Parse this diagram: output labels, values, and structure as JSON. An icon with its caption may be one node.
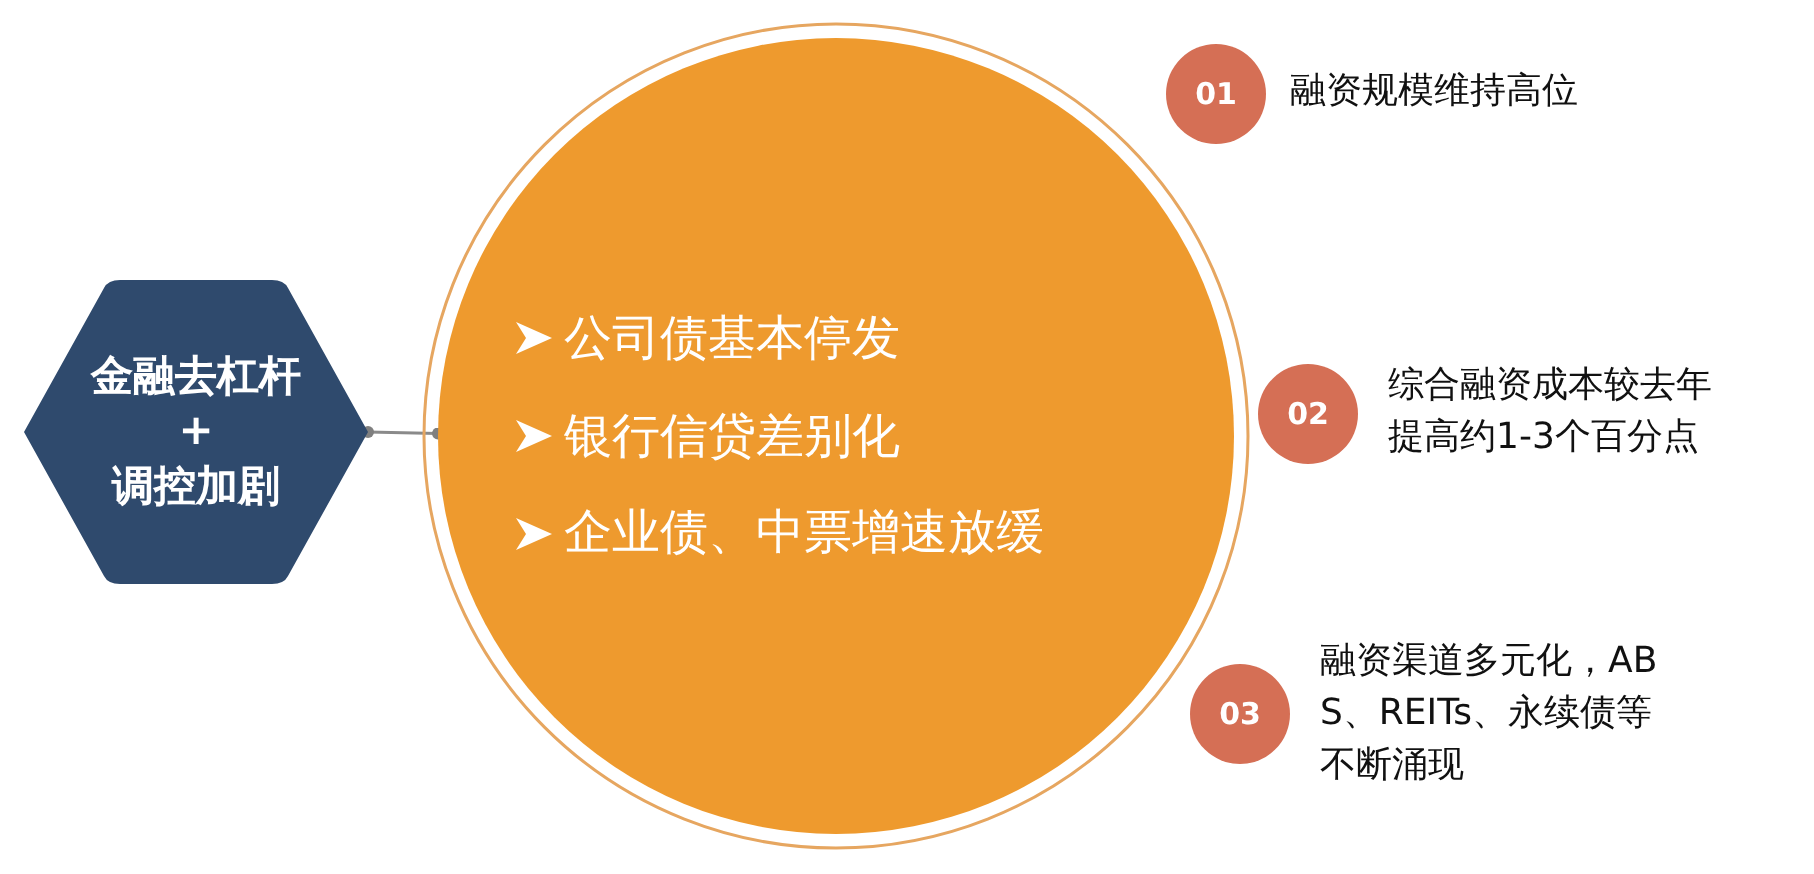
{
  "diagram": {
    "nodes": [
      {
        "text": [
          "金融去杠杆",
          "+",
          "调控加剧"
        ]
      },
      {
        "text": [
          "公司债基本停发",
          "银行信贷差别化",
          "企业债、中票增速放缓"
        ]
      },
      {
        "text": [
          "01"
        ],
        "beside": [
          "融资规模维持高位"
        ]
      },
      {
        "text": [
          "02"
        ],
        "beside": [
          "综合融资成本较去年提高约1-3个百分点"
        ]
      },
      {
        "text": [
          "03"
        ],
        "beside": [
          "融资渠道多元化，ABS、REITs、永续债等不断涌现"
        ]
      }
    ],
    "edges": [
      {
        "from": 0,
        "to": 1,
        "arrow": "other"
      }
    ]
  }
}
